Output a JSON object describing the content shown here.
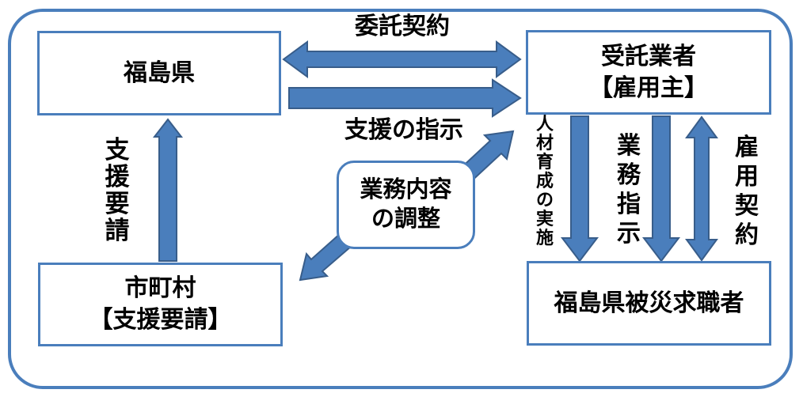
{
  "colors": {
    "accent_blue": "#4a7ebc",
    "arrow_fill": "#4a7ebc",
    "arrow_outline": "#385d8a",
    "box_border": "#4a7ebc",
    "text": "#000000",
    "background": "#ffffff"
  },
  "nodes": {
    "fukushima_pref": {
      "label": "福島県"
    },
    "contractor": {
      "lines": [
        "受託業者",
        "【雇用主】"
      ]
    },
    "municipality": {
      "lines": [
        "市町村",
        "【支援要請】"
      ]
    },
    "job_seekers": {
      "label": "福島県被災求職者"
    },
    "work_adjustment": {
      "lines": [
        "業務内容",
        "の調整"
      ]
    }
  },
  "labels": {
    "consignment_contract": "委託契約",
    "support_instruction": "支援の指示",
    "support_request": "支援要請",
    "hr_development": "人材育成の実施",
    "work_instruction": "業務指示",
    "employment_contract": "雇用契約"
  },
  "arrows": [
    {
      "name": "consignment-contract",
      "label": "委託契約",
      "from": "福島県",
      "to": "受託業者【雇用主】",
      "heads": "both",
      "direction": "horizontal"
    },
    {
      "name": "support-instruction",
      "label": "支援の指示",
      "from": "福島県",
      "to": "受託業者【雇用主】",
      "heads": "end",
      "direction": "right"
    },
    {
      "name": "support-request",
      "label": "支援要請",
      "from": "市町村【支援要請】",
      "to": "福島県",
      "heads": "end",
      "direction": "up"
    },
    {
      "name": "hr-development",
      "label": "人材育成の実施",
      "from": "受託業者【雇用主】",
      "to": "福島県被災求職者",
      "heads": "end",
      "direction": "down"
    },
    {
      "name": "work-instruction",
      "label": "業務指示",
      "from": "受託業者【雇用主】",
      "to": "福島県被災求職者",
      "heads": "end",
      "direction": "down"
    },
    {
      "name": "employment-contract",
      "label": "雇用契約",
      "from": "受託業者【雇用主】",
      "to": "福島県被災求職者",
      "heads": "both",
      "direction": "vertical"
    },
    {
      "name": "adjustment-to-contractor",
      "label": "",
      "from": "業務内容の調整",
      "to": "受託業者【雇用主】",
      "heads": "end",
      "direction": "up-right"
    },
    {
      "name": "adjustment-to-municipality",
      "label": "",
      "from": "業務内容の調整",
      "to": "市町村【支援要請】",
      "heads": "end",
      "direction": "down-left"
    }
  ]
}
